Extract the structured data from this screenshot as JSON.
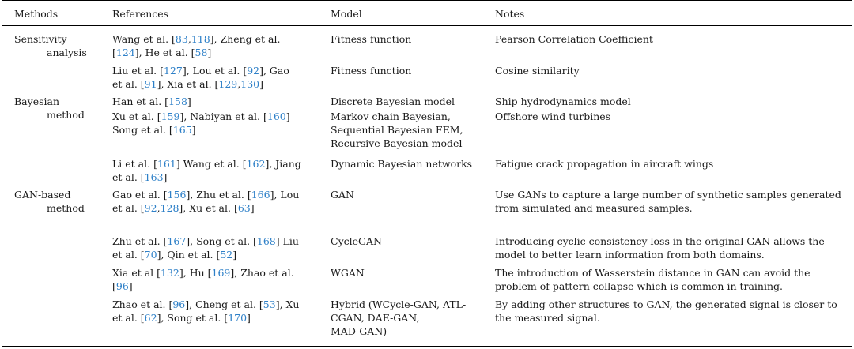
{
  "header": {
    "methods": "Methods",
    "references": "References",
    "model": "Model",
    "notes": "Notes"
  },
  "rows": [
    {
      "method": [
        "Sensitivity",
        "analysis"
      ],
      "references": [
        [
          {
            "t": "Wang et al. ["
          },
          {
            "t": "83",
            "c": 1
          },
          {
            "t": ","
          },
          {
            "t": "118",
            "c": 1
          },
          {
            "t": "], Zheng et al."
          }
        ],
        [
          {
            "t": "["
          },
          {
            "t": "124",
            "c": 1
          },
          {
            "t": "], He et al. ["
          },
          {
            "t": "58",
            "c": 1
          },
          {
            "t": "]"
          }
        ]
      ],
      "model": [
        "Fitness function"
      ],
      "notes": [
        "Pearson Correlation Coefficient"
      ]
    },
    {
      "method": [],
      "references": [
        [
          {
            "t": "Liu et al. ["
          },
          {
            "t": "127",
            "c": 1
          },
          {
            "t": "], Lou et al. ["
          },
          {
            "t": "92",
            "c": 1
          },
          {
            "t": "], Gao"
          }
        ],
        [
          {
            "t": "et al. ["
          },
          {
            "t": "91",
            "c": 1
          },
          {
            "t": "], Xia et al. ["
          },
          {
            "t": "129",
            "c": 1
          },
          {
            "t": ","
          },
          {
            "t": "130",
            "c": 1
          },
          {
            "t": "]"
          }
        ]
      ],
      "model": [
        "Fitness function"
      ],
      "notes": [
        "Cosine similarity"
      ]
    },
    {
      "method": [
        "Bayesian",
        "method"
      ],
      "references": [
        [
          {
            "t": "Han et al. ["
          },
          {
            "t": "158",
            "c": 1
          },
          {
            "t": "]"
          }
        ]
      ],
      "model": [
        "Discrete Bayesian model"
      ],
      "notes": [
        "Ship hydrodynamics model"
      ]
    },
    {
      "method": [],
      "references": [
        [
          {
            "t": "Xu et al. ["
          },
          {
            "t": "159",
            "c": 1
          },
          {
            "t": "], Nabiyan et al. ["
          },
          {
            "t": "160",
            "c": 1
          },
          {
            "t": "]"
          }
        ],
        [
          {
            "t": "Song et al. ["
          },
          {
            "t": "165",
            "c": 1
          },
          {
            "t": "]"
          }
        ]
      ],
      "model": [
        "Markov chain Bayesian,",
        "Sequential Bayesian FEM,",
        "Recursive Bayesian model"
      ],
      "notes": [
        "Offshore wind turbines"
      ]
    },
    {
      "method": [],
      "references": [
        [
          {
            "t": "Li et al. ["
          },
          {
            "t": "161",
            "c": 1
          },
          {
            "t": "] Wang et al. ["
          },
          {
            "t": "162",
            "c": 1
          },
          {
            "t": "], Jiang"
          }
        ],
        [
          {
            "t": "et al. ["
          },
          {
            "t": "163",
            "c": 1
          },
          {
            "t": "]"
          }
        ]
      ],
      "model": [
        "Dynamic Bayesian networks"
      ],
      "notes": [
        "Fatigue crack propagation in aircraft wings"
      ]
    },
    {
      "method": [
        "GAN-based",
        "method"
      ],
      "references": [
        [
          {
            "t": "Gao et al. ["
          },
          {
            "t": "156",
            "c": 1
          },
          {
            "t": "], Zhu et al. ["
          },
          {
            "t": "166",
            "c": 1
          },
          {
            "t": "], Lou"
          }
        ],
        [
          {
            "t": "et al. ["
          },
          {
            "t": "92",
            "c": 1
          },
          {
            "t": ","
          },
          {
            "t": "128",
            "c": 1
          },
          {
            "t": "], Xu et al. ["
          },
          {
            "t": "63",
            "c": 1
          },
          {
            "t": "]"
          }
        ]
      ],
      "model": [
        "GAN"
      ],
      "notes": [
        "Use GANs to capture a large number of synthetic samples generated",
        "from simulated and measured samples."
      ]
    },
    {
      "method": [],
      "references": [
        [
          {
            "t": "Zhu et al. ["
          },
          {
            "t": "167",
            "c": 1
          },
          {
            "t": "], Song et al. ["
          },
          {
            "t": "168",
            "c": 1
          },
          {
            "t": "] Liu"
          }
        ],
        [
          {
            "t": "et al. ["
          },
          {
            "t": "70",
            "c": 1
          },
          {
            "t": "], Qin et al. ["
          },
          {
            "t": "52",
            "c": 1
          },
          {
            "t": "]"
          }
        ]
      ],
      "model": [
        "CycleGAN"
      ],
      "notes": [
        "Introducing cyclic consistency loss in the original GAN allows the",
        "model to better learn information from both domains."
      ]
    },
    {
      "method": [],
      "references": [
        [
          {
            "t": "Xia et al ["
          },
          {
            "t": "132",
            "c": 1
          },
          {
            "t": "], Hu ["
          },
          {
            "t": "169",
            "c": 1
          },
          {
            "t": "], Zhao et al."
          }
        ],
        [
          {
            "t": "["
          },
          {
            "t": "96",
            "c": 1
          },
          {
            "t": "]"
          }
        ]
      ],
      "model": [
        "WGAN"
      ],
      "notes": [
        "The introduction of Wasserstein distance in GAN can avoid the",
        "problem of pattern collapse which is common in training."
      ]
    },
    {
      "method": [],
      "references": [
        [
          {
            "t": "Zhao et al. ["
          },
          {
            "t": "96",
            "c": 1
          },
          {
            "t": "], Cheng et al. ["
          },
          {
            "t": "53",
            "c": 1
          },
          {
            "t": "], Xu"
          }
        ],
        [
          {
            "t": "et al. ["
          },
          {
            "t": "62",
            "c": 1
          },
          {
            "t": "], Song et al. ["
          },
          {
            "t": "170",
            "c": 1
          },
          {
            "t": "]"
          }
        ]
      ],
      "model": [
        "Hybrid (WCycle-GAN, ATL-",
        "CGAN, DAE-GAN,",
        "MAD-GAN)"
      ],
      "notes": [
        "By adding other structures to GAN, the generated signal is closer to",
        "the measured signal."
      ]
    }
  ],
  "colors": {
    "citation": "#2e80c8",
    "text": "#1a1a1a",
    "rule": "#000000"
  }
}
